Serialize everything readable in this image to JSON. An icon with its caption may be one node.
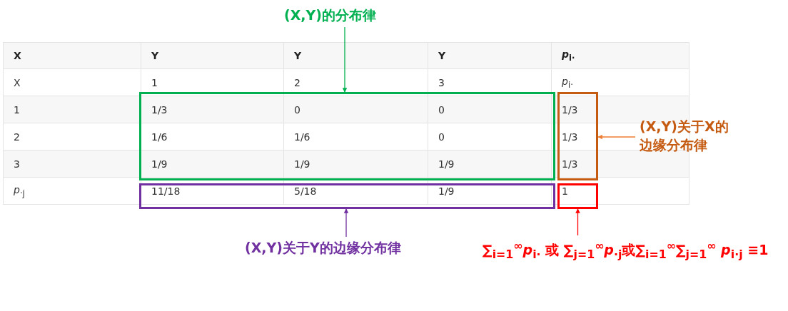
{
  "diagram": {
    "nodes": [
      {
        "text": [
          "(X,Y)的分布律"
        ]
      },
      {
        "text": [],
        "shape": "box"
      },
      {
        "text": [],
        "shape": "box"
      },
      {
        "text": [
          "(X,Y)关于X的边缘分布律"
        ]
      },
      {
        "text": [],
        "shape": "box"
      },
      {
        "text": [],
        "shape": "box"
      },
      {
        "text": [
          "(X,Y)关于Y的边缘分布律"
        ]
      },
      {
        "text": [
          "∑$_{i=1}$$^{∞}$*p*$_{i·}$ 或 ∑$_{j=1}$$^{∞}$*p*$_{·j}$或∑$_{i=1}$$^{∞}$∑$_{j=1}$$^{∞}$ *p*$_{i·j}$ ≡1"
        ]
      }
    ],
    "edges": [
      {
        "from": 0,
        "to": 1,
        "arrow": "to",
        "color": "#00b050"
      },
      {
        "from": 3,
        "to": 2,
        "arrow": "to",
        "color": "#ed7d31"
      },
      {
        "from": 6,
        "to": 4,
        "arrow": "to",
        "color": "#7030a0"
      },
      {
        "from": 7,
        "to": 5,
        "arrow": "to",
        "color": "#ff0000"
      }
    ],
    "labels": [
      "X",
      "Y",
      "Y",
      "Y",
      "*p*$_{i·}$",
      "X",
      "1",
      "2",
      "3",
      "*p*$_{i·}$",
      "1",
      "1/3",
      "0",
      "0",
      "1/3",
      "2",
      "1/6",
      "1/6",
      "0",
      "1/3",
      "3",
      "1/9",
      "1/9",
      "1/9",
      "1/3",
      "*p*$_{·j}$",
      "11/18",
      "5/18",
      "1/9",
      "1"
    ]
  }
}
